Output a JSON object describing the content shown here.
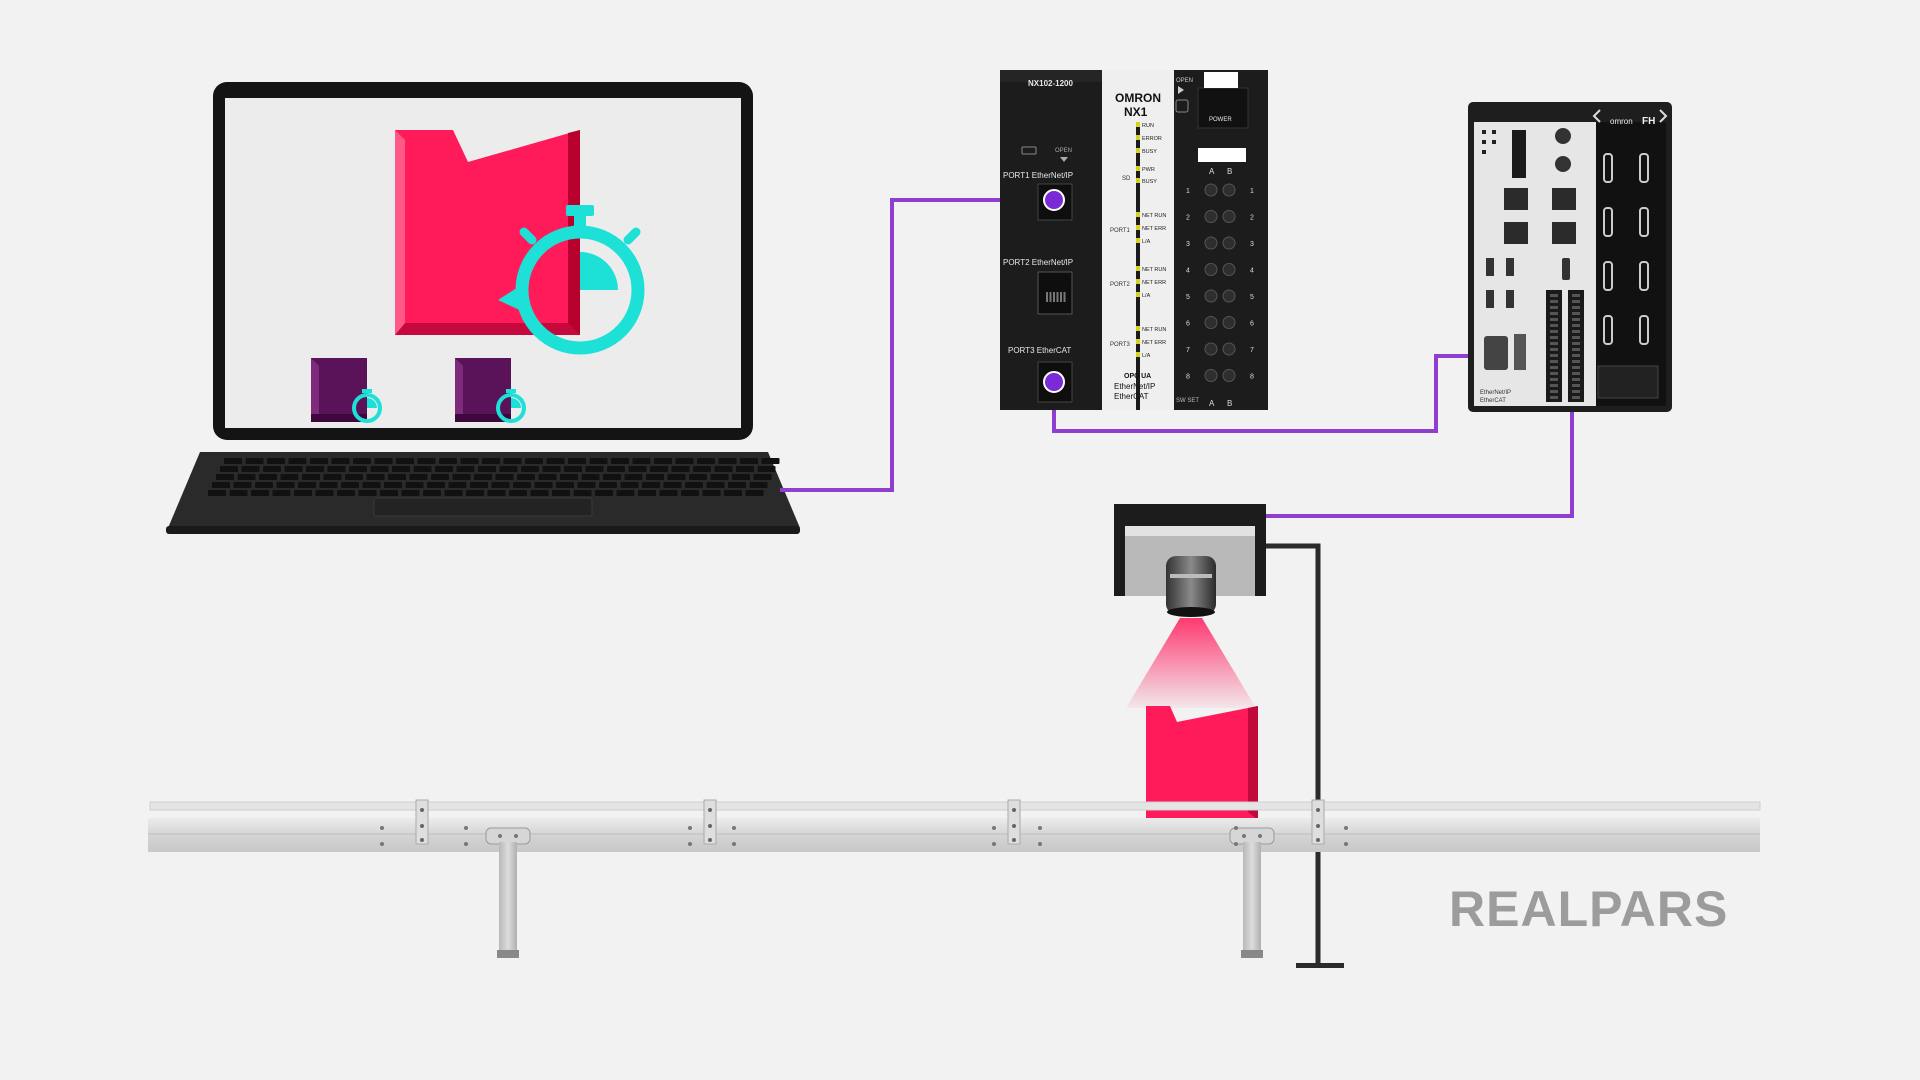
{
  "colors": {
    "background": "#f2f2f2",
    "cable": "#8e3fcf",
    "port_dot": "#7a2bd6",
    "part_pink": "#ff1a5a",
    "part_dark": "#5a1259",
    "timer_cyan": "#1de0d6",
    "device_black": "#1c1c1c",
    "rail": "#d6d6d6"
  },
  "plc": {
    "model": "NX102-1200",
    "brand": "OMRON",
    "series": "NX1",
    "open_top": "OPEN",
    "open_mid": "OPEN",
    "power": "POWER",
    "led_run": "RUN",
    "led_error": "ERROR",
    "led_busy": "BUSY",
    "sd": "SD",
    "sd_pwr": "PWR",
    "sd_busy": "BUSY",
    "port1_label": "PORT1 EtherNet/IP",
    "port2_label": "PORT2 EtherNet/IP",
    "port3_label": "PORT3 EtherCAT",
    "port1_side": "PORT1",
    "port2_side": "PORT2",
    "port3_side": "PORT3",
    "net_run": "NET RUN",
    "net_err": "NET ERR",
    "link_act": "L/A",
    "opc_ua": "OPC UA",
    "ethernet_ip": "EtherNet/IP",
    "ethercat": "EtherCAT",
    "sw_set": "SW SET",
    "io_col_a": "A",
    "io_col_b": "B",
    "io_rows": [
      "1",
      "2",
      "3",
      "4",
      "5",
      "6",
      "7",
      "8"
    ]
  },
  "vision": {
    "brand": "omron",
    "series": "FH",
    "ethernet_ip": "EtherNet/IP",
    "ethercat": "EtherCAT"
  },
  "logo": {
    "text": "REALPARS"
  }
}
